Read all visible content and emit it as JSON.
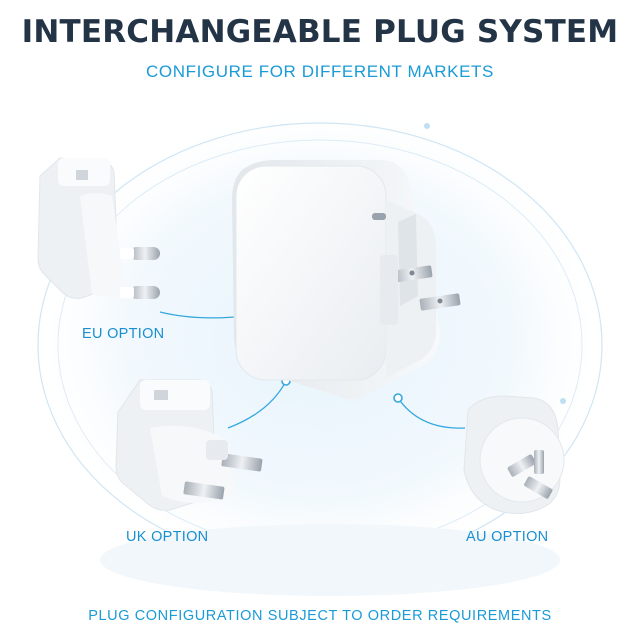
{
  "header": {
    "title": "INTERCHANGEABLE PLUG SYSTEM",
    "subtitle": "CONFIGURE FOR DIFFERENT MARKETS"
  },
  "options": {
    "eu": "EU OPTION",
    "uk": "UK OPTION",
    "au": "AU OPTION"
  },
  "footer": {
    "note": "PLUG CONFIGURATION SUBJECT TO ORDER REQUIREMENTS"
  },
  "colors": {
    "title": "#243447",
    "accent": "#1a9bd7",
    "plastic": "#f4f6f8",
    "metal": "#c9ced4"
  }
}
